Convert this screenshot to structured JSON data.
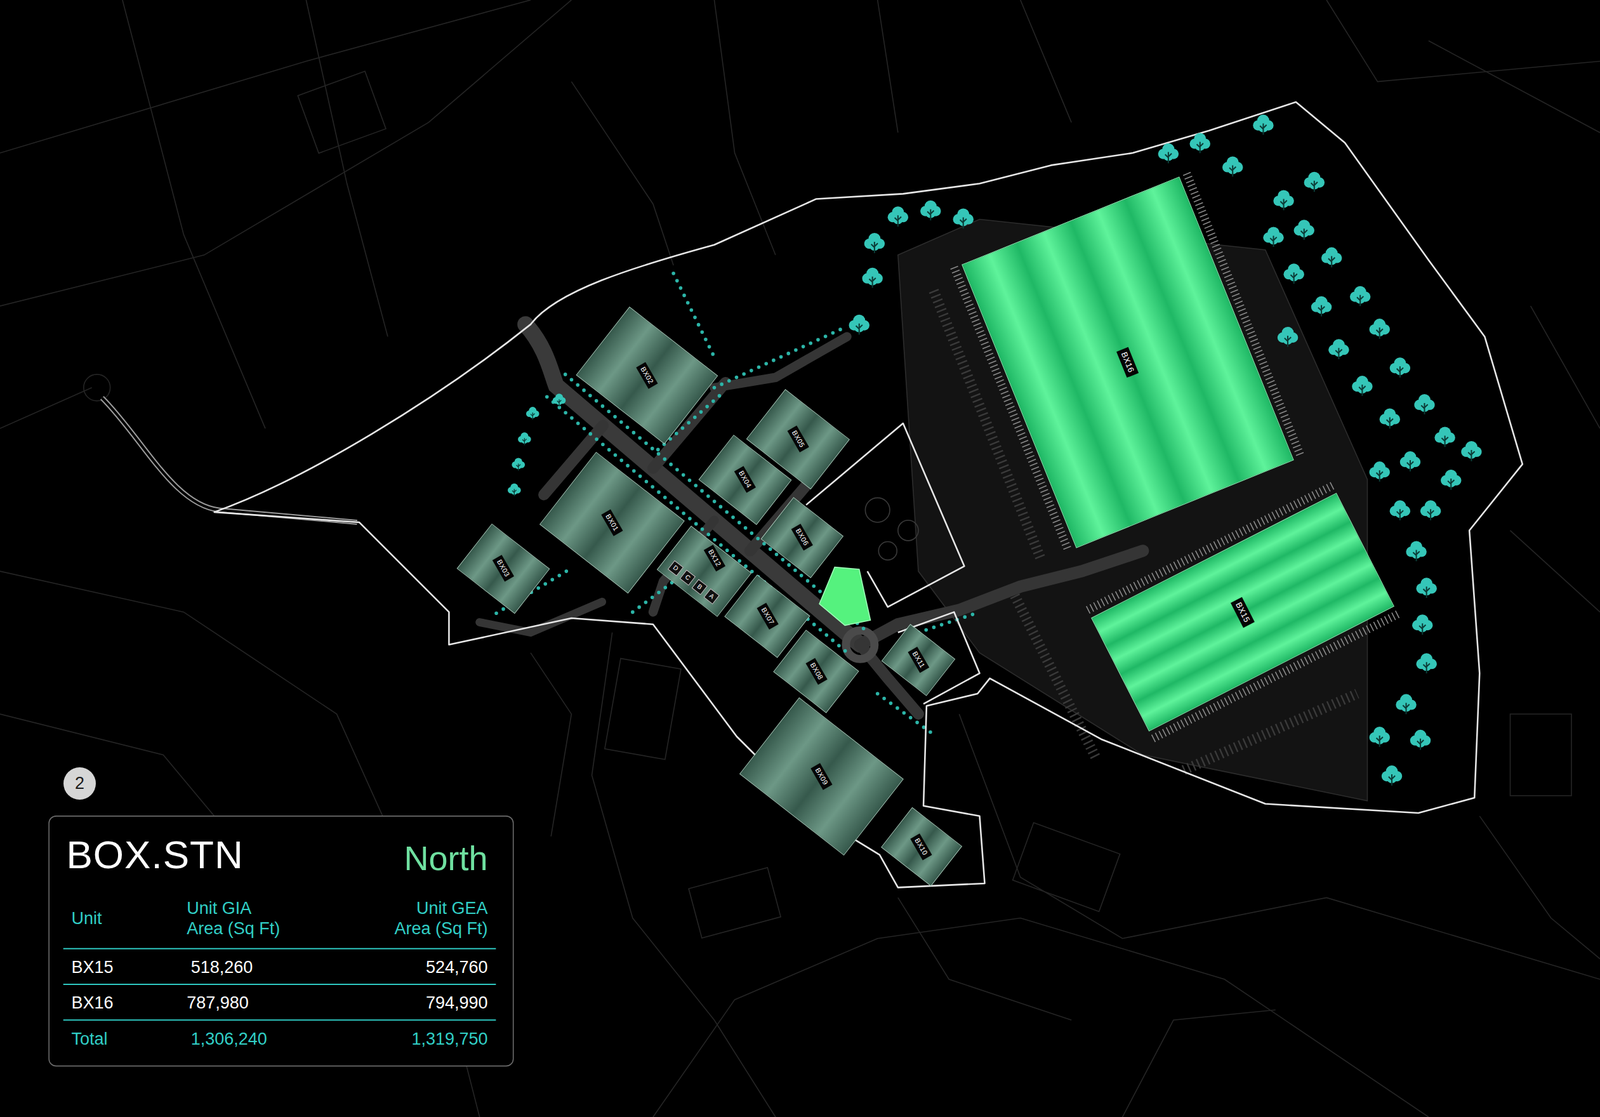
{
  "diagram": {
    "title": "BOX.STN",
    "nodes": [
      {
        "text": [
          "BX02"
        ]
      },
      {
        "text": [
          "BX05"
        ]
      },
      {
        "text": [
          "BX04"
        ]
      },
      {
        "text": [
          "BX01"
        ]
      },
      {
        "text": [
          "BX06"
        ]
      },
      {
        "text": [
          "BX03"
        ]
      },
      {
        "text": [
          "BX12"
        ]
      },
      {
        "text": [
          "D"
        ],
        "in": 6
      },
      {
        "text": [
          "C"
        ],
        "in": 6
      },
      {
        "text": [
          "B"
        ],
        "in": 6
      },
      {
        "text": [
          "A"
        ],
        "in": 6
      },
      {
        "text": [
          "BX07"
        ]
      },
      {
        "text": [
          "BX08"
        ]
      },
      {
        "text": [
          "BX11"
        ]
      },
      {
        "text": [
          "BX09"
        ]
      },
      {
        "text": [
          "BX10"
        ]
      },
      {
        "text": [
          "BX16"
        ]
      },
      {
        "text": [
          "BX15"
        ]
      },
      {
        "text": [
          "2"
        ]
      }
    ],
    "labels": [
      "North",
      "Unit",
      "Unit GIA Area (Sq Ft)",
      "Unit GEA Area (Sq Ft)",
      "BX15",
      "518,260",
      "524,760",
      "BX16",
      "787,980",
      "794,990",
      "Total",
      "1,306,240",
      "1,319,750"
    ]
  }
}
